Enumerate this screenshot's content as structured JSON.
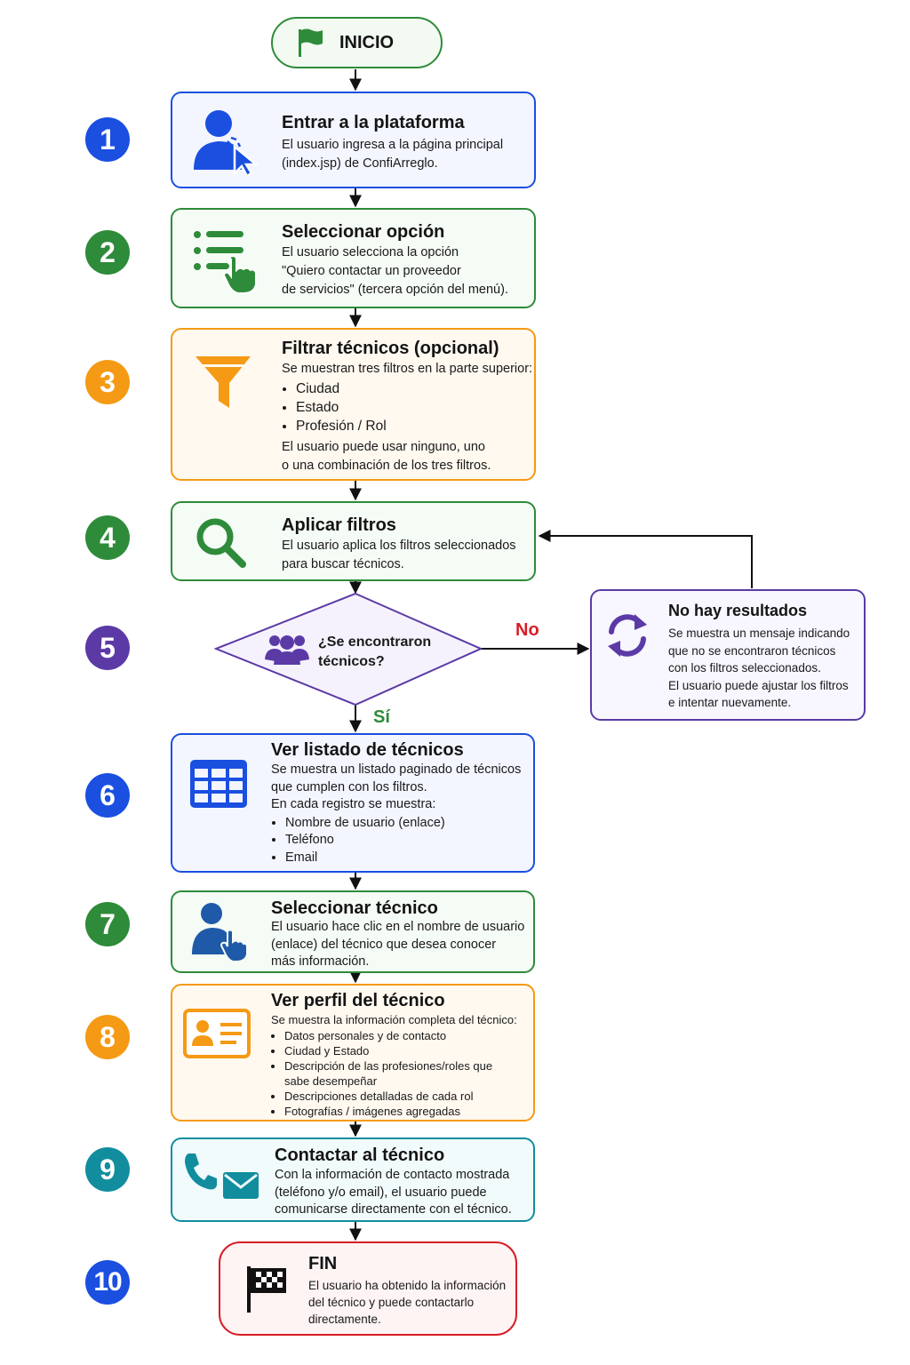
{
  "start": {
    "label": "INICIO"
  },
  "steps": [
    {
      "number": "1",
      "title": "Entrar a la plataforma",
      "desc": [
        "El usuario ingresa a la página principal",
        "(index.jsp) de ConfiArreglo."
      ]
    },
    {
      "number": "2",
      "title": "Seleccionar opción",
      "desc": [
        "El usuario selecciona la opción",
        "\"Quiero contactar un proveedor",
        "de servicios\" (tercera opción del menú)."
      ]
    },
    {
      "number": "3",
      "title": "Filtrar técnicos (opcional)",
      "intro": "Se muestran tres filtros en la parte superior:",
      "bullets": [
        "Ciudad",
        "Estado",
        "Profesión / Rol"
      ],
      "outro": [
        "El usuario puede usar ninguno, uno",
        "o una combinación de los tres filtros."
      ]
    },
    {
      "number": "4",
      "title": "Aplicar filtros",
      "desc": [
        "El usuario aplica los filtros seleccionados",
        "para buscar técnicos."
      ]
    },
    {
      "number": "5",
      "question": [
        "¿Se encontraron",
        "técnicos?"
      ],
      "no_label": "No",
      "yes_label": "Sí"
    },
    {
      "number": "6",
      "title": "Ver listado de técnicos",
      "intro": [
        "Se muestra un listado paginado de técnicos",
        "que cumplen con los filtros.",
        "En cada registro se muestra:"
      ],
      "bullets": [
        "Nombre de usuario (enlace)",
        "Teléfono",
        "Email"
      ]
    },
    {
      "number": "7",
      "title": "Seleccionar técnico",
      "desc": [
        "El usuario hace clic en el nombre de usuario",
        "(enlace) del técnico que desea conocer",
        "más información."
      ]
    },
    {
      "number": "8",
      "title": "Ver perfil del técnico",
      "intro": "Se muestra la información completa del técnico:",
      "bullets": [
        "Datos personales y de contacto",
        "Ciudad y Estado",
        "Descripción de las profesiones/roles que sabe desempeñar",
        "Descripciones detalladas de cada rol",
        "Fotografías / imágenes agregadas"
      ]
    },
    {
      "number": "9",
      "title": "Contactar al técnico",
      "desc": [
        "Con la información de contacto mostrada",
        "(teléfono y/o email), el usuario puede",
        "comunicarse directamente con el técnico."
      ]
    },
    {
      "number": "10",
      "title": "FIN",
      "desc": [
        "El usuario ha obtenido la información",
        "del técnico y puede contactarlo",
        "directamente."
      ]
    }
  ],
  "no_results": {
    "title": "No hay resultados",
    "desc": [
      "Se muestra un mensaje indicando",
      "que no se encontraron técnicos",
      "con los filtros seleccionados.",
      "El usuario puede ajustar los filtros",
      "e intentar nuevamente."
    ]
  },
  "colors": {
    "blue": "#1a4fe0",
    "green": "#2e8b3a",
    "orange": "#f59a14",
    "purple": "#5b3aa6",
    "teal": "#118d9e",
    "red": "#d81e27",
    "dark_blue": "#1f5aa8",
    "blue_bg": "#f3f6ff",
    "green_bg": "#f5fbf5",
    "orange_bg": "#fff9f0",
    "purple_bg": "#f8f6fe",
    "teal_bg": "#f2fbfc",
    "red_bg": "#fff4f4"
  }
}
